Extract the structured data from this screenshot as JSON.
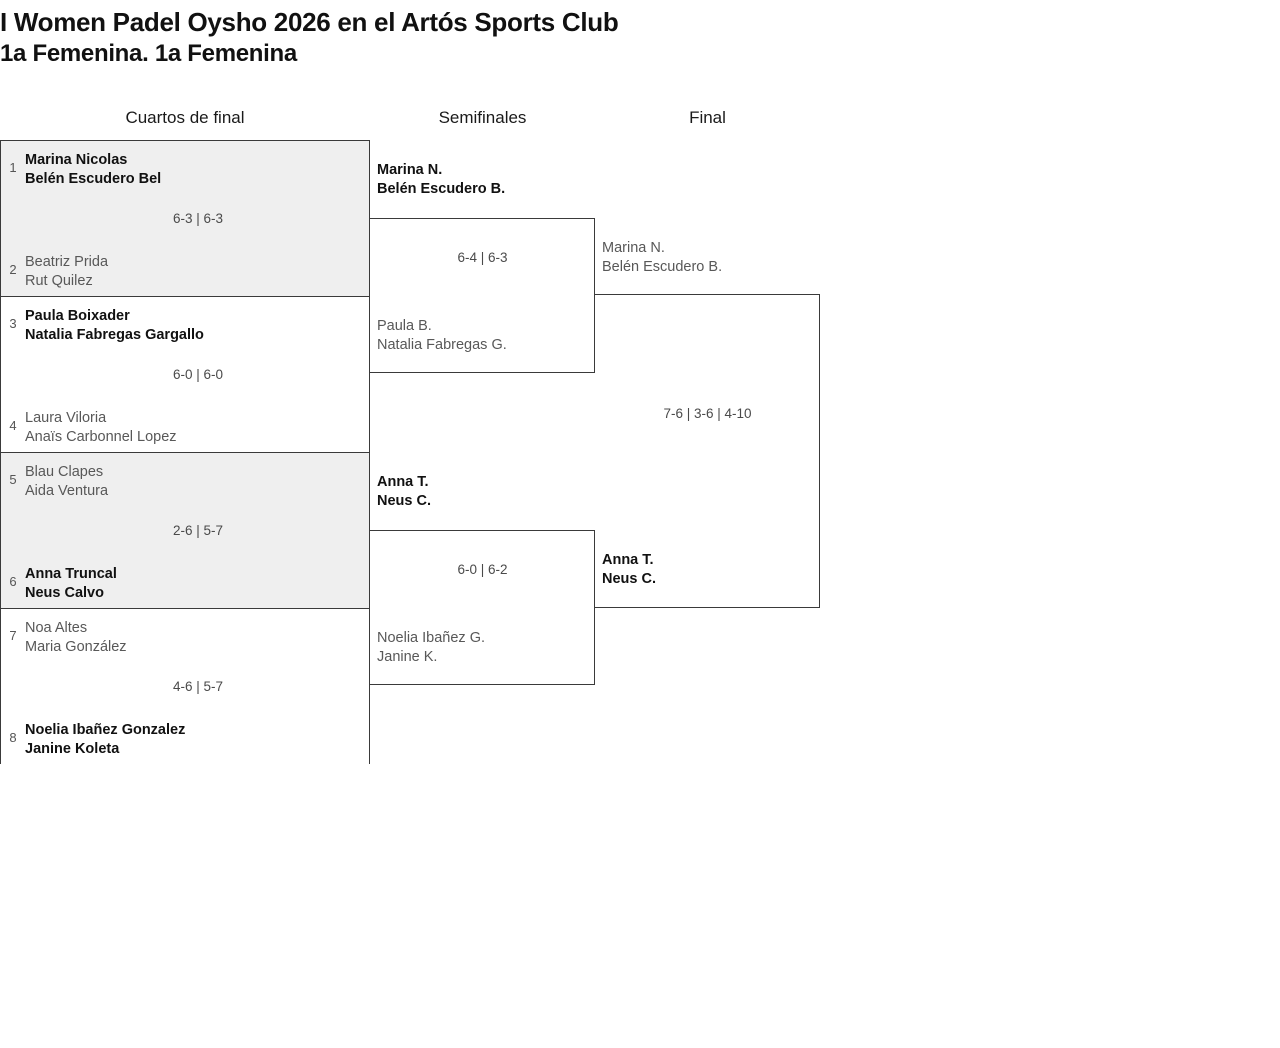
{
  "title": {
    "tournament": "I Women Padel Oysho 2026 en el Artós Sports Club",
    "category": "1a Femenina. 1a Femenina"
  },
  "rounds": [
    {
      "id": "quarterfinals",
      "label": "Cuartos de final"
    },
    {
      "id": "semifinals",
      "label": "Semifinales"
    },
    {
      "id": "final",
      "label": "Final"
    }
  ],
  "colors": {
    "border": "#3a3a3a",
    "shaded_row": "#efefef",
    "winner_text": "#111111",
    "loser_text": "#585858",
    "score_text": "#4a4a4a",
    "seed_text": "#555555"
  },
  "quarterfinals": [
    {
      "score": "6-3 | 6-3",
      "top": {
        "seed": "1",
        "names": "Marina Nicolas\nBelén Escudero Bel",
        "result": "winner"
      },
      "bottom": {
        "seed": "2",
        "names": "Beatriz Prida\nRut Quilez",
        "result": "loser"
      }
    },
    {
      "score": "6-0 | 6-0",
      "top": {
        "seed": "3",
        "names": "Paula Boixader\nNatalia Fabregas Gargallo",
        "result": "winner"
      },
      "bottom": {
        "seed": "4",
        "names": "Laura Viloria\nAnaïs Carbonnel Lopez",
        "result": "loser"
      }
    },
    {
      "score": "2-6 | 5-7",
      "top": {
        "seed": "5",
        "names": "Blau Clapes\nAida Ventura",
        "result": "loser"
      },
      "bottom": {
        "seed": "6",
        "names": "Anna Truncal\nNeus Calvo",
        "result": "winner"
      }
    },
    {
      "score": "4-6 | 5-7",
      "top": {
        "seed": "7",
        "names": "Noa Altes\nMaria González",
        "result": "loser"
      },
      "bottom": {
        "seed": "8",
        "names": "Noelia Ibañez Gonzalez\nJanine Koleta",
        "result": "winner"
      }
    }
  ],
  "semifinals": [
    {
      "score": "6-4 | 6-3",
      "top": {
        "names": "Marina N.\nBelén Escudero B.",
        "result": "winner"
      },
      "bottom": {
        "names": "Paula B.\nNatalia Fabregas G.",
        "result": "loser"
      }
    },
    {
      "score": "6-0 | 6-2",
      "top": {
        "names": "Anna T.\nNeus C.",
        "result": "winner"
      },
      "bottom": {
        "names": "Noelia Ibañez G.\nJanine K.",
        "result": "loser"
      }
    }
  ],
  "final": {
    "score": "7-6 | 3-6 | 4-10",
    "top": {
      "names": "Marina N.\nBelén Escudero B.",
      "result": "loser"
    },
    "bottom": {
      "names": "Anna T.\nNeus C.",
      "result": "winner"
    }
  }
}
